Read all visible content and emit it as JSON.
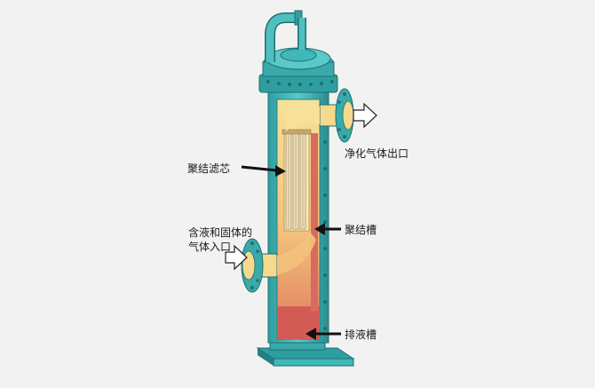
{
  "labels": {
    "clean_gas_outlet": "净化气体出口",
    "coalescing_element": "聚结滤芯",
    "coalescing_sump": "聚结槽",
    "inlet_line1": "含液和固体的",
    "inlet_line2": "气体入口",
    "drain_sump": "排液槽"
  },
  "colors": {
    "shell": "#3fb8b8",
    "shell_dark": "#237f80",
    "gas_flow": "#f6d98c",
    "liquid": "#d9685e",
    "arrow_fill": "#ffffff",
    "leader": "#111111"
  }
}
